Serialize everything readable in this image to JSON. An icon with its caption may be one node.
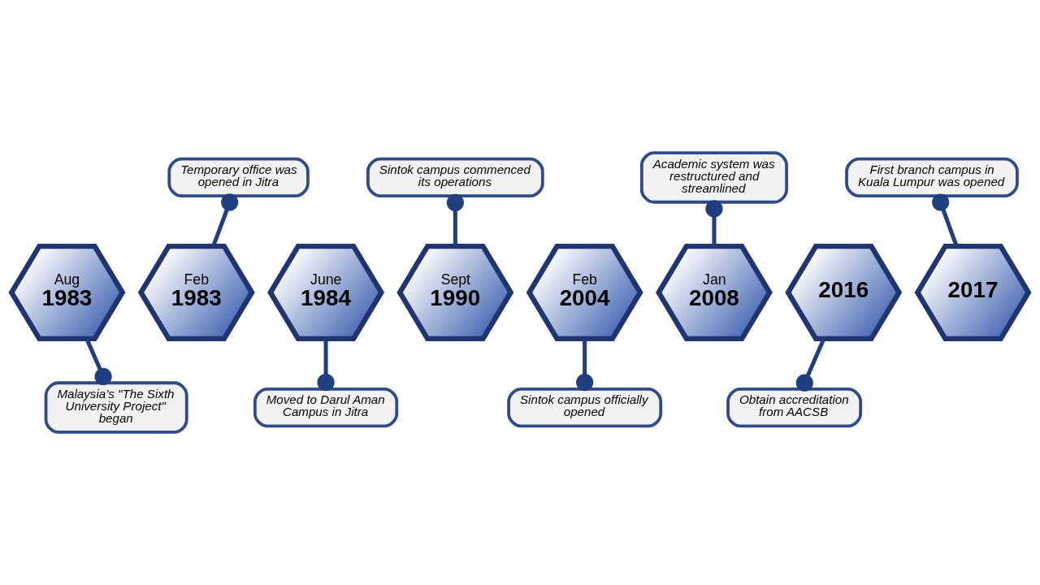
{
  "diagram": {
    "nodes": [
      {
        "text": [
          "Aug",
          "1983"
        ]
      },
      {
        "text": [
          "Malaysia’s \"The Sixth University Project\" began"
        ]
      },
      {
        "text": [
          "Feb",
          "1983"
        ]
      },
      {
        "text": [
          "Temporary office was opened in Jitra"
        ]
      },
      {
        "text": [
          "June",
          "1984"
        ]
      },
      {
        "text": [
          "Moved to Darul Aman Campus in Jitra"
        ]
      },
      {
        "text": [
          "Sept",
          "1990"
        ]
      },
      {
        "text": [
          "Sintok campus commenced its operations"
        ]
      },
      {
        "text": [
          "Feb",
          "2004"
        ]
      },
      {
        "text": [
          "Sintok campus officially opened"
        ]
      },
      {
        "text": [
          "Jan",
          "2008"
        ]
      },
      {
        "text": [
          "Academic system was restructured and streamlined"
        ]
      },
      {
        "text": [
          "2016"
        ]
      },
      {
        "text": [
          "Obtain accreditation from AACSB"
        ]
      },
      {
        "text": [
          "2017"
        ]
      },
      {
        "text": [
          "First branch campus in Kuala Lumpur was opened"
        ]
      }
    ],
    "edges": [
      {
        "from": 0,
        "to": 1,
        "arrow": "other"
      },
      {
        "from": 2,
        "to": 3,
        "arrow": "other"
      },
      {
        "from": 4,
        "to": 5,
        "arrow": "other"
      },
      {
        "from": 6,
        "to": 7,
        "arrow": "other"
      },
      {
        "from": 8,
        "to": 9,
        "arrow": "other"
      },
      {
        "from": 10,
        "to": 11,
        "arrow": "other"
      },
      {
        "from": 12,
        "to": 13,
        "arrow": "other"
      },
      {
        "from": 14,
        "to": 15,
        "arrow": "other"
      }
    ]
  }
}
